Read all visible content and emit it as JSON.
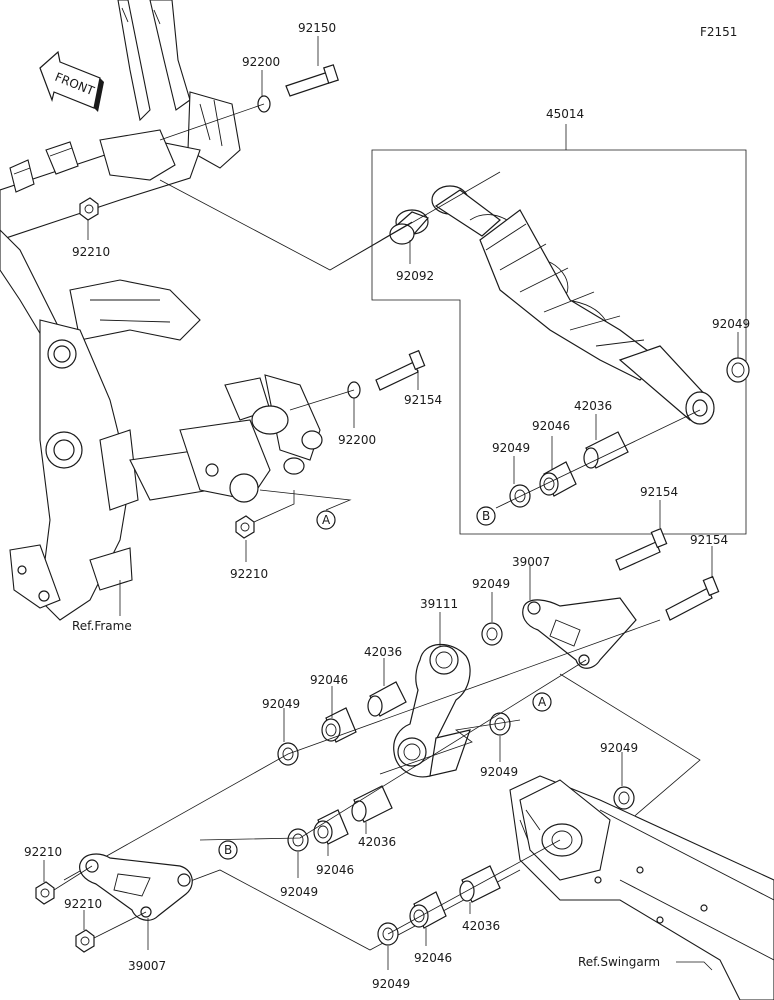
{
  "figure_code": "F2151",
  "front_arrow_label": "FRONT",
  "ref_frame": "Ref.Frame",
  "ref_swingarm": "Ref.Swingarm",
  "markers": {
    "a": "A",
    "b": "B"
  },
  "parts": {
    "p92150": "92150",
    "p92200_top": "92200",
    "p45014": "45014",
    "p92210_top": "92210",
    "p92092": "92092",
    "p92049_shock": "92049",
    "p92154_mid": "92154",
    "p92200_mid": "92200",
    "p42036_shock": "42036",
    "p92046_shock": "92046",
    "p92049_shock_low": "92049",
    "p92210_mid": "92210",
    "p92154_r1": "92154",
    "p92154_r2": "92154",
    "p39007_top": "39007",
    "p92049_upper": "92049",
    "p39111": "39111",
    "p42036_upper": "42036",
    "p92046_upper": "92046",
    "p92049_left": "92049",
    "p92049_a": "92049",
    "p92049_right": "92049",
    "p42036_mid": "42036",
    "p92046_mid": "92046",
    "p92049_mid": "92049",
    "p92210_l1": "92210",
    "p92210_l2": "92210",
    "p39007_bot": "39007",
    "p42036_low": "42036",
    "p92046_low": "92046",
    "p92049_low": "92049"
  }
}
